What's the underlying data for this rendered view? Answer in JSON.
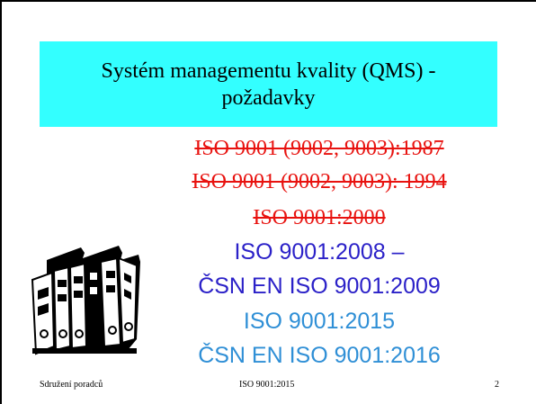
{
  "slide": {
    "title_line1": "Systém managementu kvality  (QMS) -",
    "title_line2": "požadavky"
  },
  "standards": [
    {
      "text": "ISO 9001 (9002, 9003):1987",
      "status": "struck",
      "color": "#e8120f"
    },
    {
      "text": "ISO 9001 (9002, 9003): 1994",
      "status": "struck",
      "color": "#e8120f"
    },
    {
      "text": "ISO 9001:2000",
      "status": "struck",
      "color": "#e8120f"
    },
    {
      "text": "ISO 9001:2008 –",
      "status": "current",
      "color": "#2b21c8"
    },
    {
      "text": "ČSN EN ISO 9001:2009",
      "status": "current",
      "color": "#2b21c8"
    },
    {
      "text": "ISO 9001:2015",
      "status": "current",
      "color": "#2f8fd6"
    },
    {
      "text": "ČSN EN ISO 9001:2016",
      "status": "current",
      "color": "#2f8fd6"
    }
  ],
  "clipart": {
    "icon": "binders-icon"
  },
  "footer": {
    "left": "Sdružení poradců",
    "center": "ISO 9001:2015",
    "page_number": "2"
  },
  "colors": {
    "title_background": "#33ffff",
    "struck": "#e8120f",
    "blue": "#2b21c8",
    "light_blue": "#2f8fd6"
  }
}
